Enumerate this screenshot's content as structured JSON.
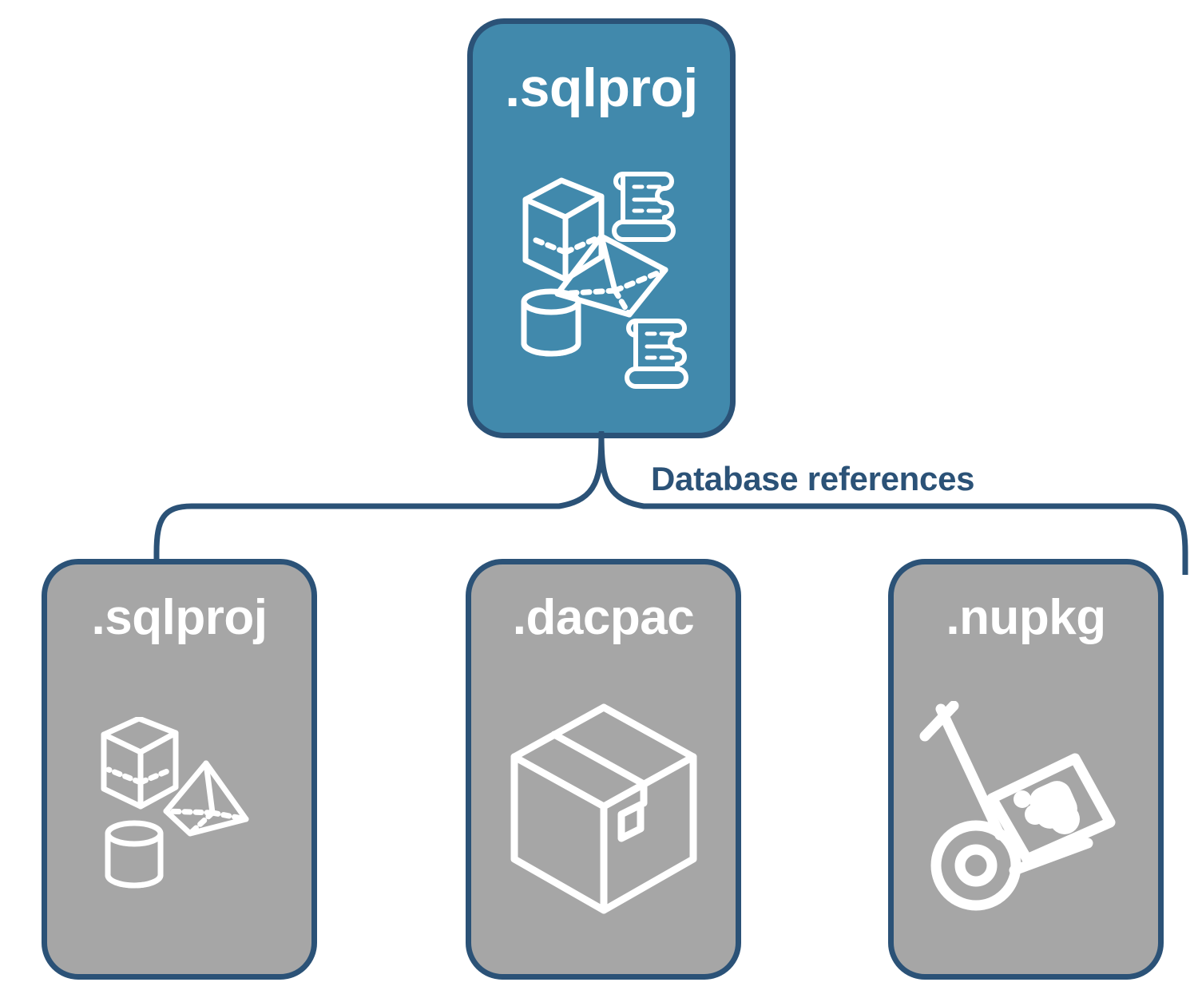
{
  "diagram": {
    "type": "hierarchy-brace",
    "colors": {
      "primary_fill": "#4189ac",
      "secondary_fill": "#a6a6a6",
      "stroke": "#2b5277",
      "icon": "#ffffff",
      "background": "#ffffff"
    },
    "root": {
      "label": ".sqlproj",
      "icons": [
        "cube-wireframe-icon",
        "scroll-script-icon",
        "pyramid-wireframe-icon",
        "cylinder-wireframe-icon",
        "scroll-script-icon"
      ]
    },
    "connector": {
      "label": "Database references",
      "style": "curly-brace"
    },
    "children": [
      {
        "label": ".sqlproj",
        "icons": [
          "cube-wireframe-icon",
          "pyramid-wireframe-icon",
          "cylinder-wireframe-icon"
        ]
      },
      {
        "label": ".dacpac",
        "icons": [
          "shipping-box-icon"
        ]
      },
      {
        "label": ".nupkg",
        "icons": [
          "hand-truck-package-icon"
        ]
      }
    ]
  }
}
